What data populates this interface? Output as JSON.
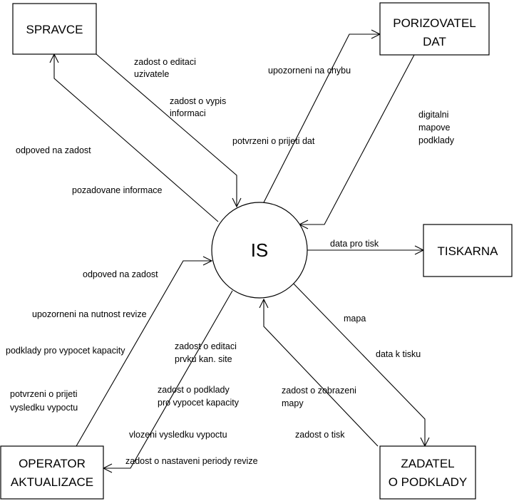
{
  "center": {
    "label": "IS"
  },
  "entities": {
    "spravce": {
      "lines": [
        "SPRAVCE"
      ]
    },
    "porizovatel": {
      "lines": [
        "PORIZOVATEL",
        "DAT"
      ]
    },
    "tiskarna": {
      "lines": [
        "TISKARNA"
      ]
    },
    "zadatel": {
      "lines": [
        "ZADATEL",
        "O PODKLADY"
      ]
    },
    "operator": {
      "lines": [
        "OPERATOR",
        "AKTUALIZACE"
      ]
    }
  },
  "flows": {
    "spravce_to_is": [
      "zadost o editaci",
      "uzivatele",
      "zadost o vypis",
      "informaci"
    ],
    "is_to_spravce": [
      "odpoved na zadost",
      "pozadovane informace"
    ],
    "is_to_porizovatel": [
      "upozorneni na chybu",
      "potvrzeni o prijeti dat"
    ],
    "porizovatel_to_is": [
      "digitalni",
      "mapove",
      "podklady"
    ],
    "is_to_tiskarna": [
      "data pro tisk"
    ],
    "is_to_zadatel": [
      "mapa",
      "data k tisku"
    ],
    "zadatel_to_is": [
      "zadost o zobrazeni",
      "mapy",
      "zadost o tisk"
    ],
    "operator_to_is": [
      "odpoved na zadost",
      "upozorneni na nutnost revize",
      "podklady pro vypocet kapacity",
      "potvrzeni o prijeti",
      "vysledku vypoctu"
    ],
    "is_to_operator": [
      "zadost o editaci",
      "prvku kan. site",
      "zadost o podklady",
      "pro vypocet kapacity",
      "vlozeni vysledku vypoctu",
      "zadost o nastaveni periody revize"
    ]
  }
}
